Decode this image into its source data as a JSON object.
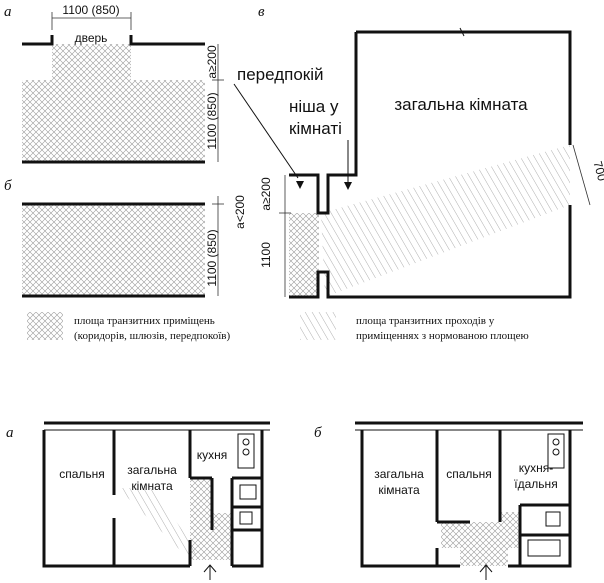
{
  "fig_a": {
    "letter": "а",
    "top_dim": "1100 (850)",
    "door": "дверь",
    "side_dim_top": "а≥200",
    "side_dim": "1100 (850)"
  },
  "fig_b": {
    "letter": "б",
    "side_dim_top": "а<200",
    "side_dim": "1100 (850)"
  },
  "fig_v": {
    "letter": "в",
    "vestibule": "передпокій",
    "niche_1": "ніша у",
    "niche_2": "кімнаті",
    "room": "загальна кімната",
    "dim_700": "700",
    "dim_a": "а≥200",
    "dim_1100": "1100"
  },
  "legend": {
    "cross_1": "площа транзитних приміщень",
    "cross_2": "(коридорів, шлюзів, передпокоїв)",
    "hatch_1": "площа транзитних проходів у",
    "hatch_2": "приміщеннях з нормованою площею"
  },
  "plan_a": {
    "letter": "а",
    "bedroom": "спальня",
    "living_1": "загальна",
    "living_2": "кімната",
    "kitchen": "кухня"
  },
  "plan_b": {
    "letter": "б",
    "living_1": "загальна",
    "living_2": "кімната",
    "bedroom": "спальня",
    "kitchen_1": "кухня-",
    "kitchen_2": "їдальня"
  }
}
